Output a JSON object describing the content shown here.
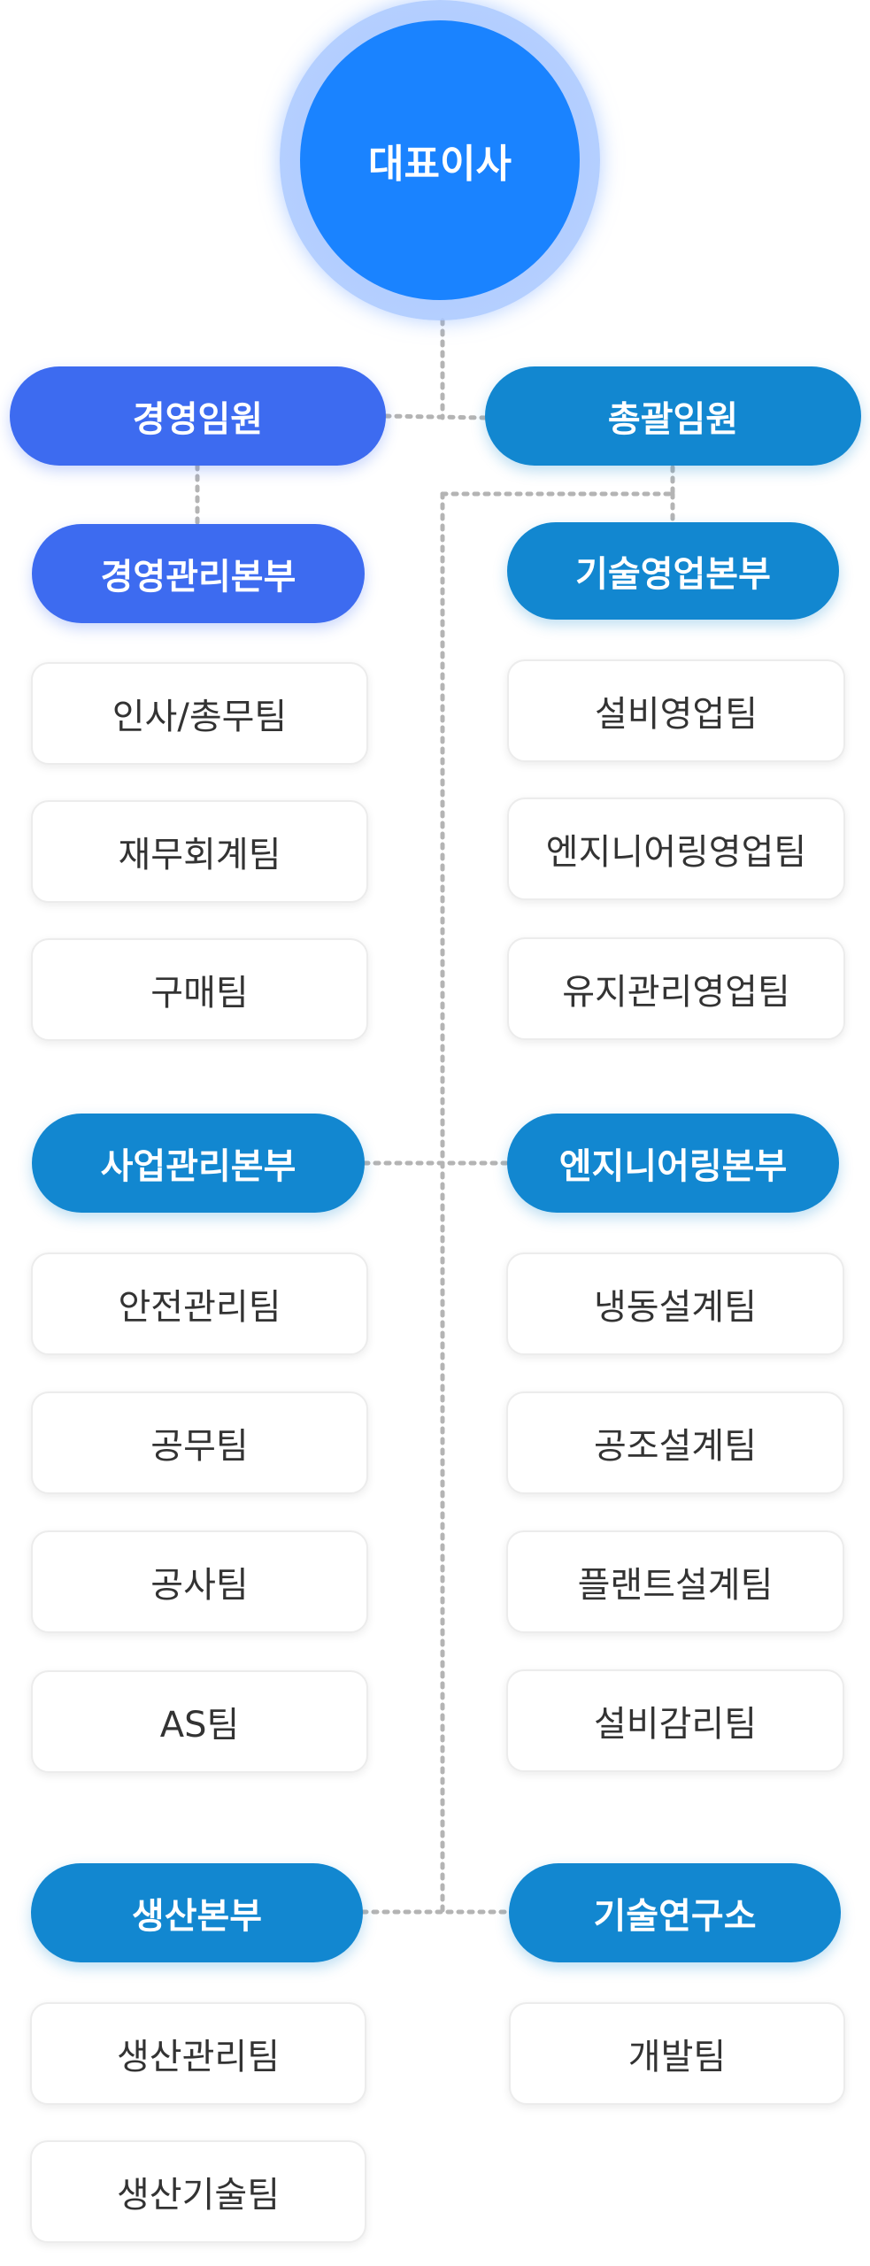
{
  "colors": {
    "ceo": "#1a83ff",
    "indigo": "#3d6bf0",
    "sky": "#1287d0",
    "team_text": "#333333",
    "connector": "#b4b4b4"
  },
  "ceo": {
    "label": "대표이사"
  },
  "executives": {
    "management": "경영임원",
    "general": "총괄임원"
  },
  "divisions": {
    "management_hq": {
      "label": "경영관리본부",
      "teams": [
        "인사/총무팀",
        "재무회계팀",
        "구매팀"
      ]
    },
    "tech_sales_hq": {
      "label": "기술영업본부",
      "teams": [
        "설비영업팀",
        "엔지니어링영업팀",
        "유지관리영업팀"
      ]
    },
    "business_hq": {
      "label": "사업관리본부",
      "teams": [
        "안전관리팀",
        "공무팀",
        "공사팀",
        "AS팀"
      ]
    },
    "engineering_hq": {
      "label": "엔지니어링본부",
      "teams": [
        "냉동설계팀",
        "공조설계팀",
        "플랜트설계팀",
        "설비감리팀"
      ]
    },
    "production_hq": {
      "label": "생산본부",
      "teams": [
        "생산관리팀",
        "생산기술팀"
      ]
    },
    "research_lab": {
      "label": "기술연구소",
      "teams": [
        "개발팀"
      ]
    }
  }
}
